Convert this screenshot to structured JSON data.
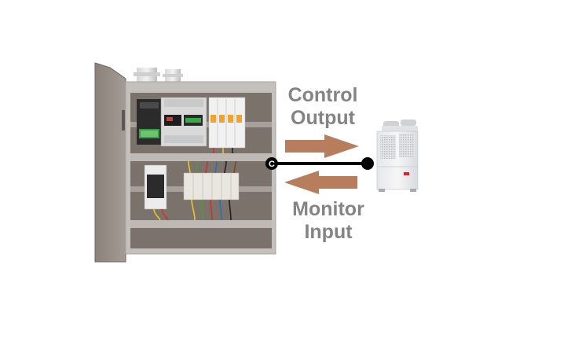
{
  "labels": {
    "control": {
      "line1": "Control",
      "line2": "Output"
    },
    "monitor": {
      "line1": "Monitor",
      "line2": "Input"
    }
  },
  "connector": {
    "letter": "C"
  },
  "colors": {
    "arrow": "#b87d5c",
    "cabinet": "#7b726b",
    "cabinet_frame": "#c4c0bc",
    "text": "#848484",
    "wire": "#000000"
  }
}
